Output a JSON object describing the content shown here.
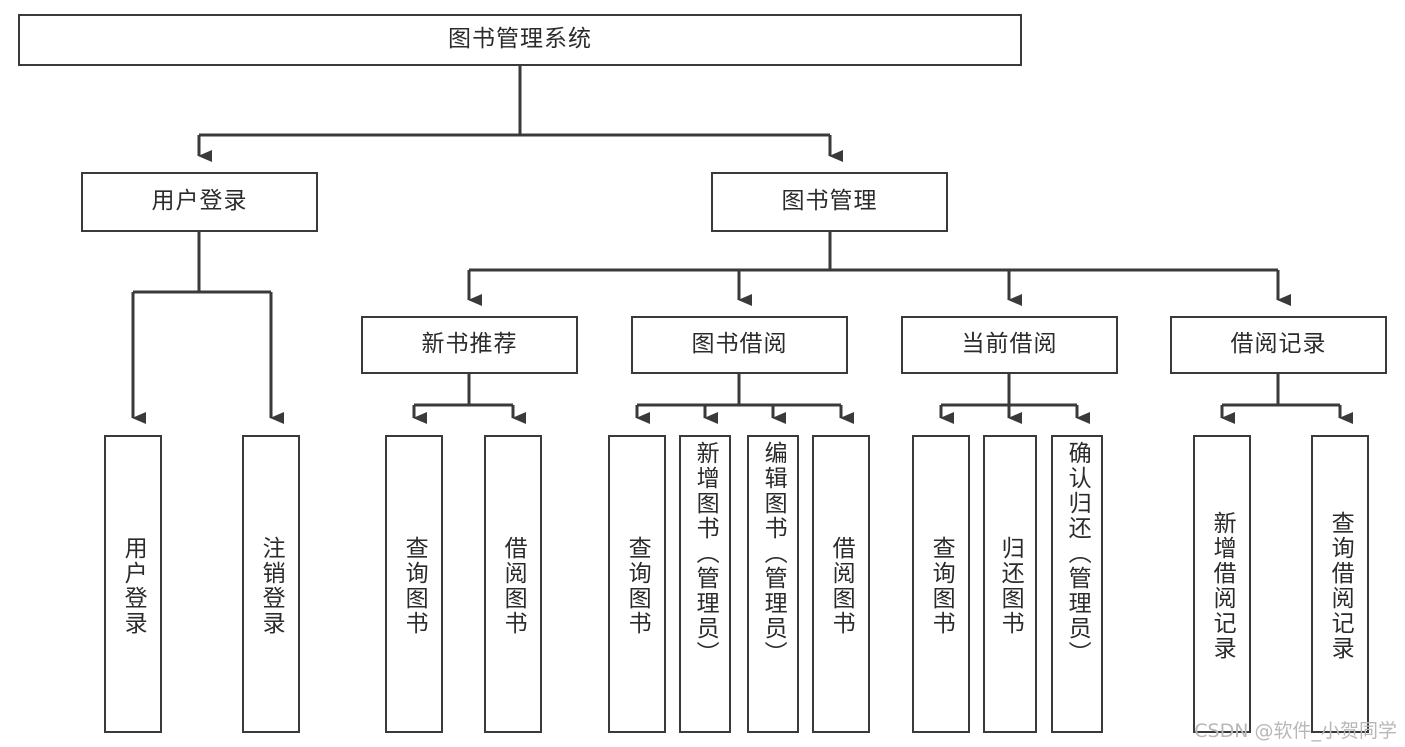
{
  "diagram": {
    "title": "图书管理系统",
    "watermark": "CSDN @软件_小贺同学",
    "line_color": "#3a3a3a",
    "box_border_color": "#3a3a3a",
    "text_color": "#2b2b2b",
    "background": "#ffffff",
    "root": {
      "label": "图书管理系统"
    },
    "level2": [
      {
        "label": "用户登录"
      },
      {
        "label": "图书管理"
      }
    ],
    "level3": [
      {
        "label": "新书推荐"
      },
      {
        "label": "图书借阅"
      },
      {
        "label": "当前借阅"
      },
      {
        "label": "借阅记录"
      }
    ],
    "leaves": {
      "user_login": [
        {
          "label": "用户登录"
        },
        {
          "label": "注销登录"
        }
      ],
      "new_book_recommend": [
        {
          "label": "查询图书"
        },
        {
          "label": "借阅图书"
        }
      ],
      "book_borrow": [
        {
          "label": "查询图书"
        },
        {
          "label": "新增图书（管理员）"
        },
        {
          "label": "编辑图书（管理员）"
        },
        {
          "label": "借阅图书"
        }
      ],
      "current_borrow": [
        {
          "label": "查询图书"
        },
        {
          "label": "归还图书"
        },
        {
          "label": "确认归还（管理员）"
        }
      ],
      "borrow_record": [
        {
          "label": "新增借阅记录"
        },
        {
          "label": "查询借阅记录"
        }
      ]
    }
  }
}
